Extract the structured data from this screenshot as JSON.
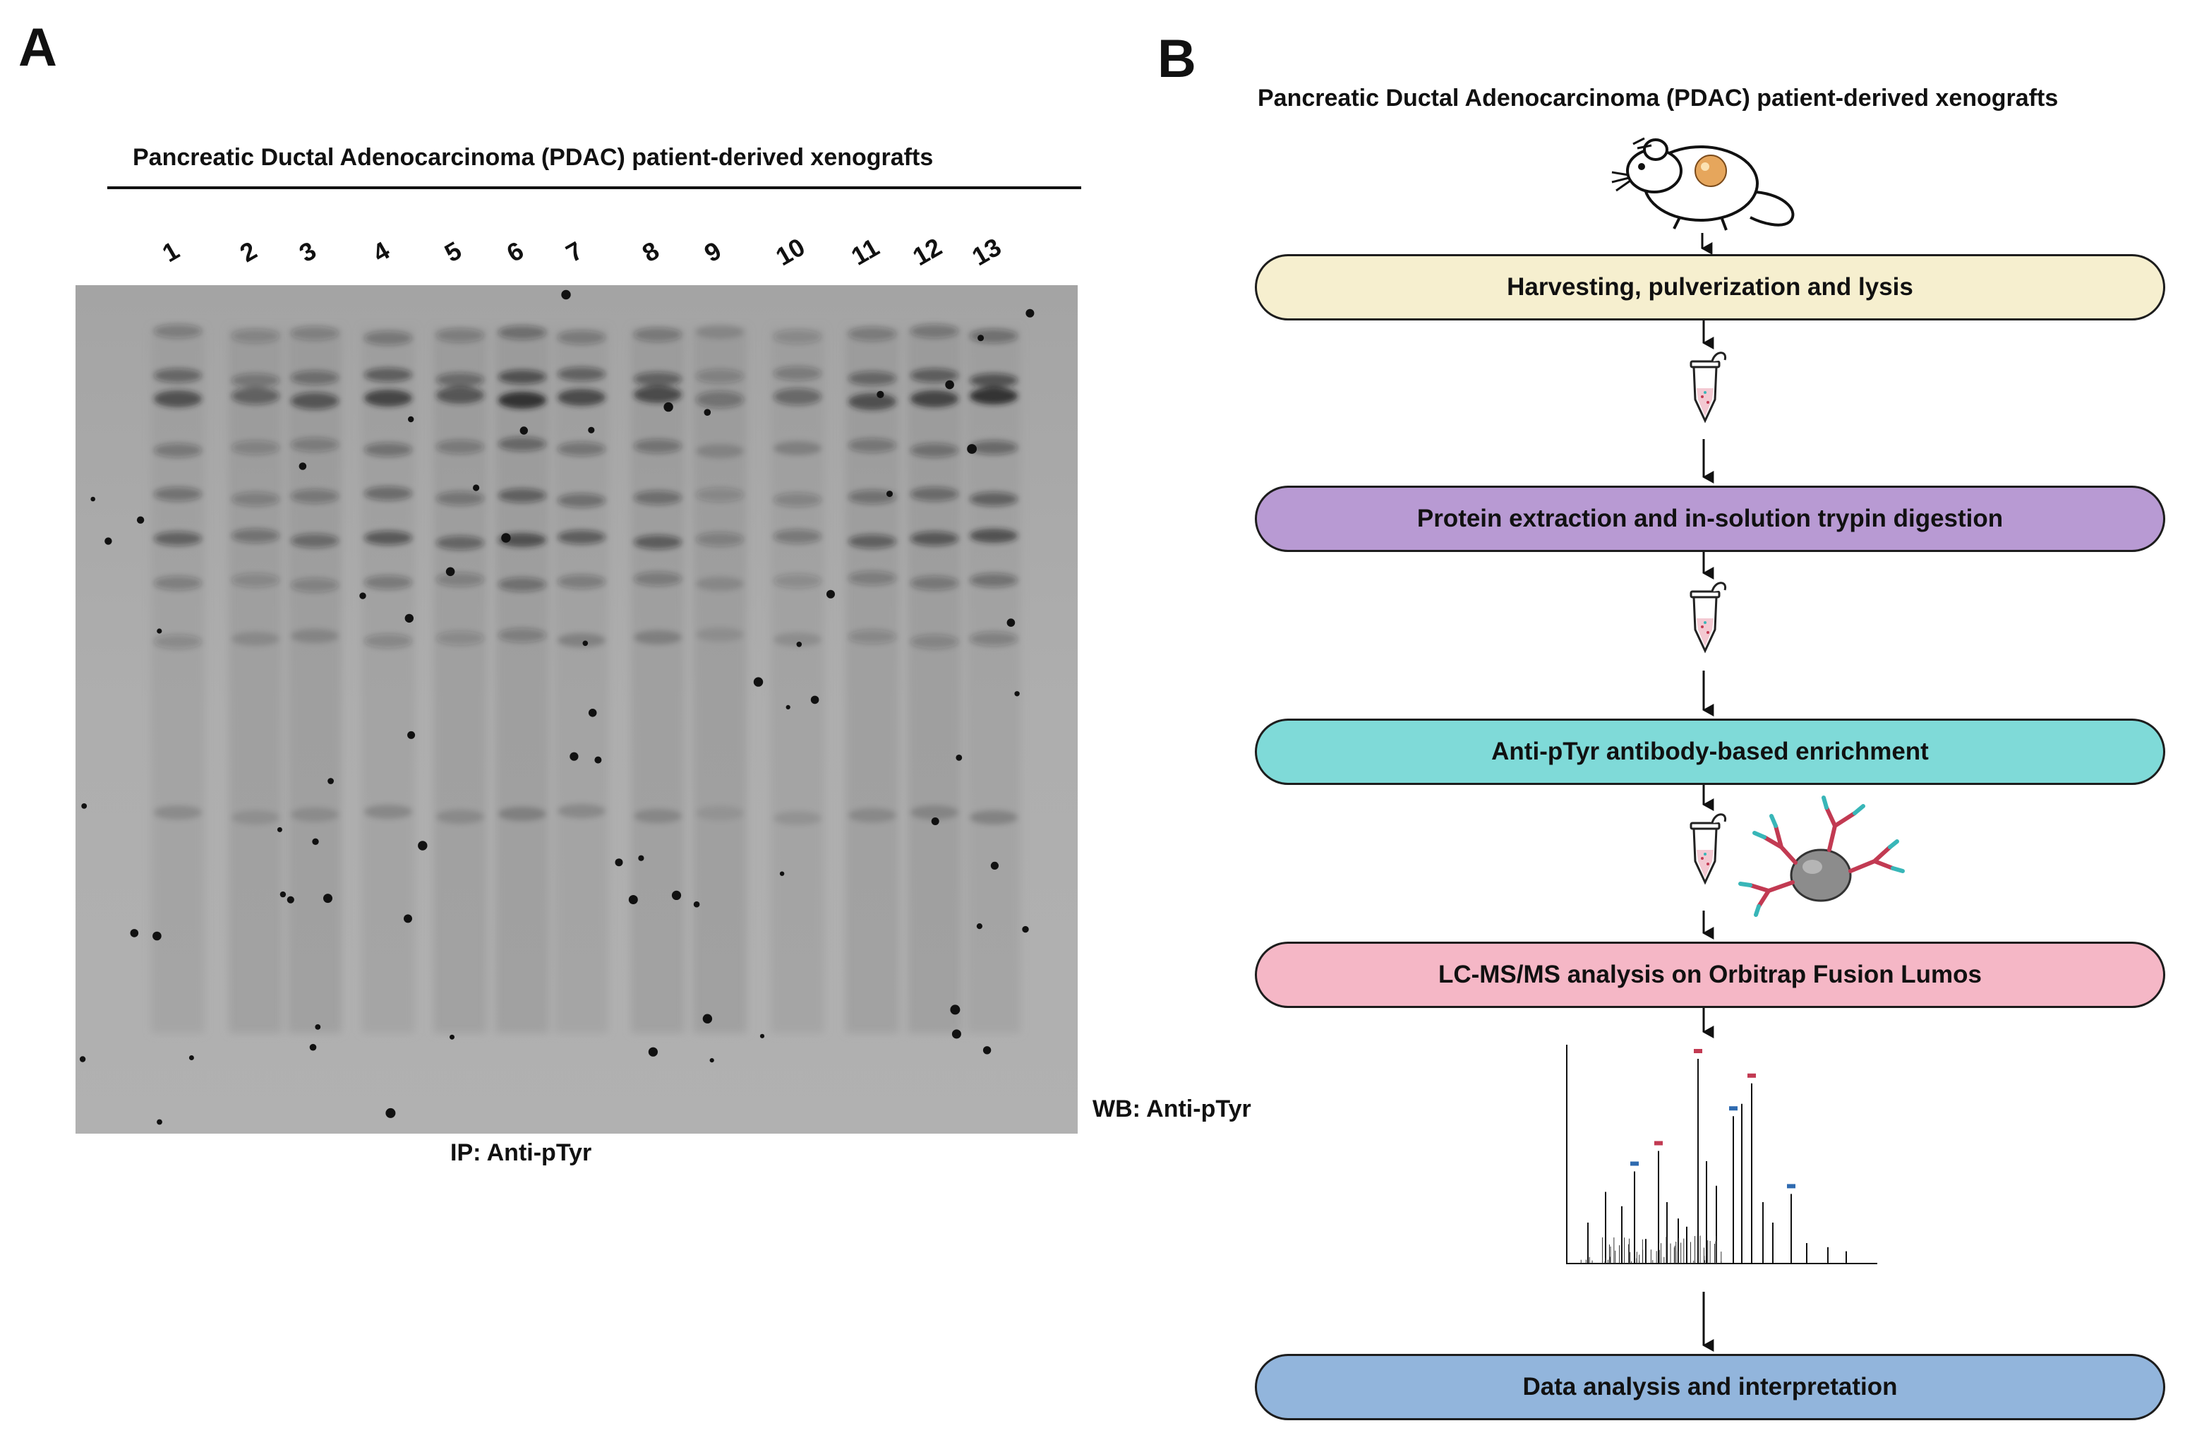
{
  "panel_a": {
    "letter": "A",
    "heading": "Pancreatic Ductal Adenocarcinoma (PDAC) patient-derived xenografts",
    "lanes": [
      "1",
      "2",
      "3",
      "4",
      "5",
      "6",
      "7",
      "8",
      "9",
      "10",
      "11",
      "12",
      "13"
    ],
    "wb_label": "WB: Anti-pTyr",
    "ip_label": "IP: Anti-pTyr"
  },
  "panel_b": {
    "letter": "B",
    "heading": "Pancreatic Ductal Adenocarcinoma (PDAC) patient-derived xenografts",
    "steps": [
      {
        "label": "Harvesting, pulverization and lysis",
        "color": "#f6efcf"
      },
      {
        "label": "Protein extraction and in-solution trypin digestion",
        "color": "#b89ad3"
      },
      {
        "label": "Anti-pTyr antibody-based enrichment",
        "color": "#7fdad8"
      },
      {
        "label": "LC-MS/MS analysis on Orbitrap Fusion Lumos",
        "color": "#f5b7c6"
      },
      {
        "label": "Data analysis and interpretation",
        "color": "#92b5dc"
      }
    ]
  },
  "colors": {
    "blot_background": "#a9a9a9",
    "band": "#1a1a1a"
  }
}
